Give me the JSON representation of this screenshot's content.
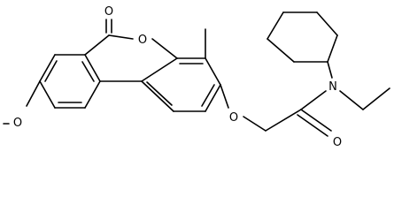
{
  "structure": {
    "atom_labels": {
      "carbonyl_oxygen_lactone": "O",
      "ring_oxygen_lactone": "O",
      "methoxy_oxygen": "O",
      "ether_oxygen": "O",
      "amide_nitrogen": "N",
      "amide_carbonyl_oxygen": "O"
    }
  }
}
